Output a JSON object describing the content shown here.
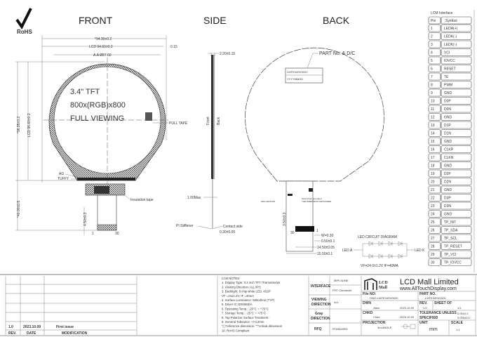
{
  "logo": {
    "rohs": "RoHS"
  },
  "views": {
    "front": "FRONT",
    "side": "SIDE",
    "back": "BACK"
  },
  "front": {
    "dim_outline": "*94.90±0.2",
    "dim_lcd": "LCD 94.60±0.2",
    "dim_offset": "0.15",
    "dim_aa": "A.A Ø87.60",
    "dim_height": "*96.95±0.2",
    "dim_lcd_height": "LCD 96.60±0.2",
    "dim_fpc": "*40.00±0.5",
    "dim_tail": "4.50±0.3",
    "text1": "3.4\"  TFT",
    "text2": "800x(RGB)x800",
    "text3": "FULL VIEWING",
    "pull_tape": "PULL TAPE",
    "ag": "AG",
    "tuffy": "TUFFY",
    "insulation": "Insulation tape",
    "pin1": "1",
    "pin30": "30"
  },
  "side": {
    "thickness": "2.20±0.15",
    "front": "Front",
    "back": "Back",
    "max": "1.00Max",
    "stiffener": "PI Stiffener",
    "contact": "Contact side",
    "fpc_thick": "0.30±0.05"
  },
  "back": {
    "part_label": "PART No. & D/C",
    "label_line1": "LMTE34SV002C",
    "label_line2": "YYYYMMDD",
    "ground1": "20M GROUND",
    "ground2a": "Steel sheet grounded",
    "ground2b": "THE DIMENSION GROUNDED",
    "dim_stiff": "3.50±0.3",
    "pin30": "30",
    "pin1": "1",
    "w": "W=0.30",
    "pitch": "0.50±0.1",
    "d1": "14.50±0.05",
    "d2": "15.50±0.1"
  },
  "led": {
    "title": "LED CIRCUIT DIAGRAM",
    "a": "LED A",
    "k": "LED K",
    "vf": "VF=24.0±1.2V  IF=40MA"
  },
  "pins": {
    "title": "LCM Interface",
    "col_pin": "Pin",
    "col_symbol": "Symbol",
    "rows": [
      [
        "1",
        "LEDA(+)"
      ],
      [
        "2",
        "LEDK(-)"
      ],
      [
        "3",
        "LEDK(-)"
      ],
      [
        "4",
        "VCI"
      ],
      [
        "5",
        "IOVCC"
      ],
      [
        "6",
        "RESET"
      ],
      [
        "7",
        "TE"
      ],
      [
        "8",
        "PWM"
      ],
      [
        "9",
        "GND"
      ],
      [
        "10",
        "D0P"
      ],
      [
        "11",
        "D0N"
      ],
      [
        "12",
        "GND"
      ],
      [
        "13",
        "D1P"
      ],
      [
        "14",
        "D1N"
      ],
      [
        "15",
        "GND"
      ],
      [
        "16",
        "CLKP"
      ],
      [
        "17",
        "CLKN"
      ],
      [
        "18",
        "GND"
      ],
      [
        "19",
        "D2P"
      ],
      [
        "20",
        "D2N"
      ],
      [
        "21",
        "GND"
      ],
      [
        "22",
        "D3P"
      ],
      [
        "23",
        "D3N"
      ],
      [
        "24",
        "GND"
      ],
      [
        "25",
        "TP_INT"
      ],
      [
        "26",
        "TP_SDA"
      ],
      [
        "27",
        "TP_SCL"
      ],
      [
        "28",
        "TP_RESET"
      ],
      [
        "29",
        "TP_VCI"
      ],
      [
        "30",
        "TP_IOVCC"
      ]
    ]
  },
  "revision": {
    "rows": [
      [
        "",
        "",
        ""
      ],
      [
        "",
        "",
        ""
      ],
      [
        "",
        "",
        ""
      ],
      [
        "",
        "",
        ""
      ],
      [
        "1.0",
        "2023.10.09",
        "First issue"
      ]
    ],
    "head": [
      "REV.",
      "DATE",
      "MODIFICATION"
    ]
  },
  "notes": [
    "LCM NOTES:",
    "1. Display Type: 3.4 inch TFT /Transmissive",
    "2. Viewing Direction: ALL/IPS",
    "3. Backlight: 8 chip white LED, 4S2P",
    "       VF =24±1.2V; IF =40mA",
    "4. Surface Luminance: 500cd/m2 (TYP)",
    "5. Driver IC:JD9365DA",
    "6. Operating Temp.: -20°C ~ +70°C",
    "7. Storage Temp.: -25°C ~ +75°C",
    "8. Top Polarizer Surface Treatment :",
    "9. General Tolerance: +/-0.2mm",
    "   \"( )\"reference dimension. \"*\"critical dimension",
    "10. RoHS Compliant"
  ],
  "spec": {
    "interface": "INTERFACE",
    "interface_v1": "MIPI-5LINE",
    "interface_v2": "FPC Connector",
    "viewing1": "VIEWING",
    "viewing2": "DIRECTION",
    "viewing_v": "ALL",
    "gray1": "Gray",
    "gray2": "DIRECTION",
    "rfq": "RFQ",
    "rfq_v": "STANDARD"
  },
  "title_block": {
    "logo_small": "LCD",
    "logo_small2": "Mall",
    "company": "LCD Mall Limited",
    "website": "www.AllTouchDisplay.com",
    "file_no_label": "File NO:",
    "file_no": "DWG.LMTE34SV002C",
    "part_no_label": "PART NO.",
    "part_no": "LMTE34SV002C",
    "dwn_label": "DWN",
    "dwn": "Jiaxu",
    "dwn_date": "2023.10.09",
    "rev_label": "REV.",
    "rev": "1.0",
    "sheet_label": "SHEET OF",
    "sheet": "1/1",
    "chkd_label": "CHKD",
    "chkd": "Chao",
    "chkd_date": "2023.10.09",
    "tol_label1": "TOLERANCE UNLESS",
    "tol_label2": "SPECIFIED",
    "tol1": "0.00±0.2",
    "tol2": "0.000±0.0",
    "proj_label": "PROJECTION",
    "proj": "3rd ANGLE",
    "unit_label": "UNIT",
    "unit": "mm",
    "scale_label": "SCALE",
    "scale": "1:1"
  }
}
